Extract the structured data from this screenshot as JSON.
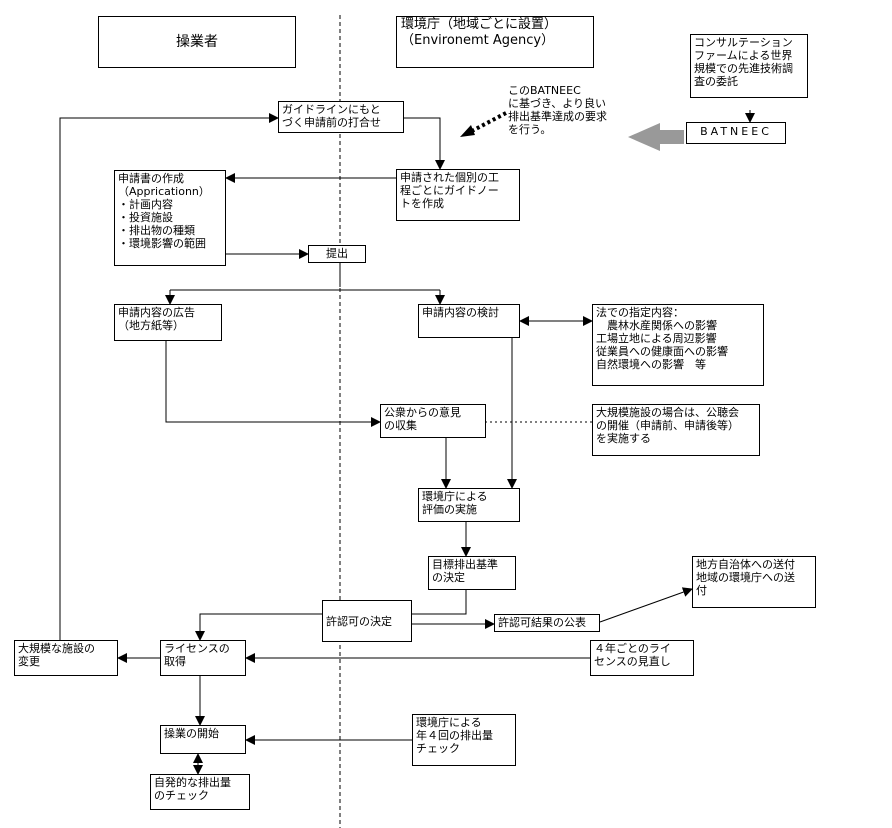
{
  "headers": {
    "operator": "操業者",
    "agency": "環境庁（地域ごとに設置）\n（Environemt Agency）"
  },
  "nodes": {
    "consult": "コンサルテーション\nファームによる世界\n規模での先進技術調\n査の委託",
    "batneec": "BATNEEC",
    "batneec_note": "このBATNEEC\nに基づき、より良い\n排出基準達成の要求\nを行う。",
    "guideline": "ガイドラインにもと\nづく申請前の打合せ",
    "guide_note": "申請された個別の工\n程ごとにガイドノー\nトを作成",
    "application": "申請書の作成\n（Appricationn）\n・計画内容\n・投資施設\n・排出物の種類\n・環境影響の範囲",
    "submit": "提出",
    "advert": "申請内容の広告\n（地方紙等）",
    "review": "申請内容の検討",
    "legal": "法での指定内容：\n　農林水産関係への影響\n工場立地による周辺影響\n従業員への健康面への影響\n自然環境への影響　等",
    "opinion": "公衆からの意見\nの収集",
    "hearing": "大規模施設の場合は、公聴会\nの開催（申請前、申請後等）\nを実施する",
    "evaluation": "環境庁による\n評価の実施",
    "target": "目標排出基準\nの決定",
    "approval": "許認可の決定",
    "publish": "許認可結果の公表",
    "send": "地方自治体への送付\n地域の環境庁への送\n付",
    "large_change": "大規模な施設の\n変更",
    "license": "ライセンスの\n取得",
    "review4": "４年ごとのライ\nセンスの見直し",
    "start": "操業の開始",
    "check4": "環境庁による\n年４回の排出量\nチェック",
    "selfcheck": "自発的な排出量\nのチェック"
  }
}
